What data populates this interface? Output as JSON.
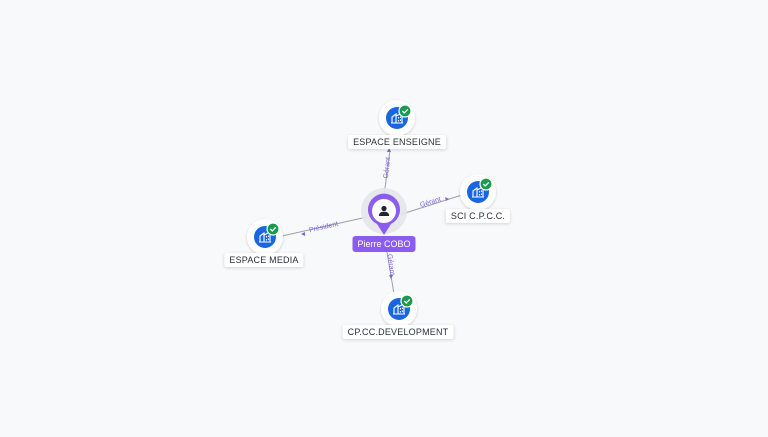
{
  "colors": {
    "person": "#8a5cf0",
    "company": "#1a66e0",
    "check": "#1a9a4c",
    "edge": "#9aa0aa",
    "edge_label": "#7e63d8"
  },
  "person": {
    "name": "Pierre COBO",
    "icon": "user-icon"
  },
  "companies": [
    {
      "id": "espace-enseigne",
      "name": "ESPACE ENSEIGNE",
      "icon": "company-building-icon",
      "verified_icon": "check-icon",
      "relation": "Gérant"
    },
    {
      "id": "sci-cpcc",
      "name": "SCI C.P.C.C.",
      "icon": "company-building-icon",
      "verified_icon": "check-icon",
      "relation": "Gérant"
    },
    {
      "id": "espace-media",
      "name": "ESPACE MEDIA",
      "icon": "company-building-icon",
      "verified_icon": "check-icon",
      "relation": "Président"
    },
    {
      "id": "cpcc-development",
      "name": "CP.CC.DEVELOPMENT",
      "icon": "company-building-icon",
      "verified_icon": "check-icon",
      "relation": "Gérant"
    }
  ]
}
